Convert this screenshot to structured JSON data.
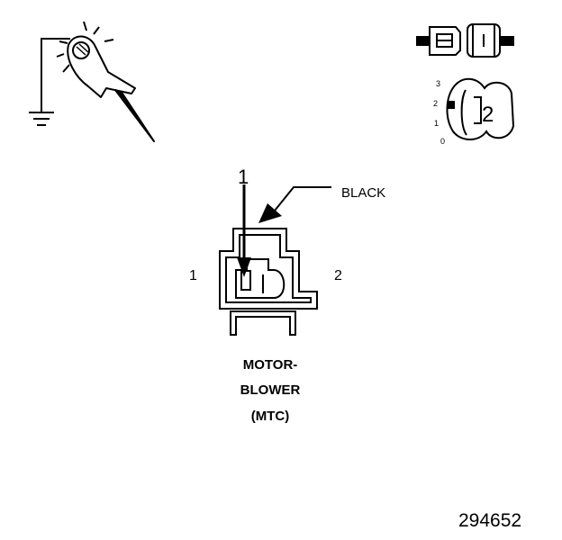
{
  "connector": {
    "pin_left_label": "1",
    "pin_right_label": "2",
    "probe_pin_label": "1",
    "wire_color_label": "BLACK",
    "title_lines": [
      "MOTOR-",
      "BLOWER",
      "(MTC)"
    ]
  },
  "side_view": {
    "badge_number": "2",
    "pin_scale": [
      "3",
      "2",
      "1",
      "0"
    ]
  },
  "figure_id": "294652",
  "icons": {
    "test_probe": "test-light-probe-icon",
    "ground": "ground-symbol-icon",
    "connector_face": "connector-front-view-icon",
    "connector_side": "connector-side-view-icon"
  }
}
